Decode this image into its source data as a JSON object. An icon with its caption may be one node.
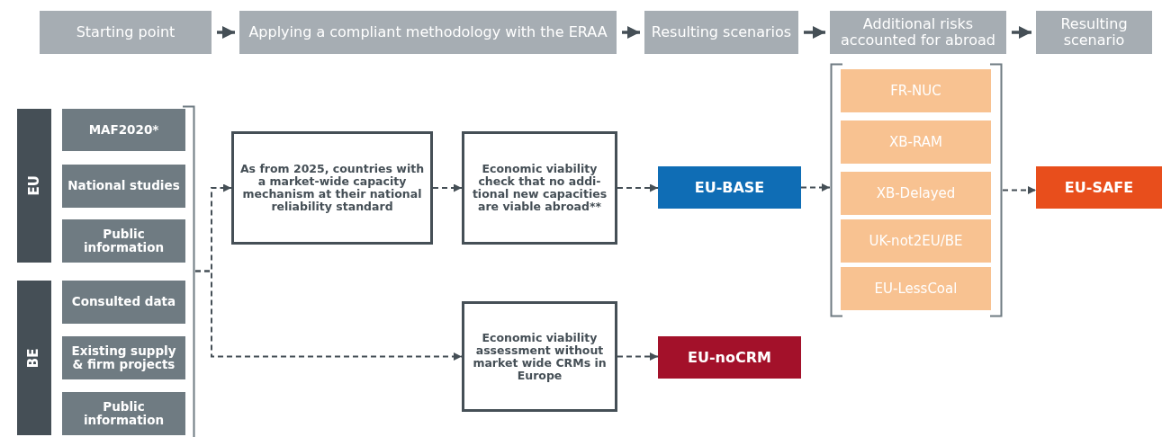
{
  "diagram": {
    "nodes": [
      {
        "text": [
          "Starting point"
        ]
      },
      {
        "text": [
          "Applying a compliant methodology with the ERAA"
        ]
      },
      {
        "text": [
          "Resulting scenarios"
        ]
      },
      {
        "text": [
          "Additional risks accounted for abroad"
        ]
      },
      {
        "text": [
          "Resulting scenario"
        ]
      },
      {
        "text": [
          "EU"
        ]
      },
      {
        "text": [
          "MAF2020*"
        ]
      },
      {
        "text": [
          "National studies"
        ]
      },
      {
        "text": [
          "Public information"
        ]
      },
      {
        "text": [
          "BE"
        ]
      },
      {
        "text": [
          "Consulted data"
        ]
      },
      {
        "text": [
          "Existing supply & firm projects"
        ]
      },
      {
        "text": [
          "Public information"
        ]
      },
      {
        "text": [],
        "shape": "bracket"
      },
      {
        "text": [
          "As from 2025, countries with a market-wide capacity mechanism at their national reliability standard"
        ]
      },
      {
        "text": [
          "Economic viability check that no addi-tional new capacities are viable abroad**"
        ]
      },
      {
        "text": [
          "EU-BASE"
        ]
      },
      {
        "text": [],
        "shape": "bracket"
      },
      {
        "text": [
          "FR-NUC"
        ],
        "in": 17
      },
      {
        "text": [
          "XB-RAM"
        ],
        "in": 17
      },
      {
        "text": [
          "XB-Delayed"
        ],
        "in": 17
      },
      {
        "text": [
          "UK-not2EU/BE"
        ],
        "in": 17
      },
      {
        "text": [
          "EU-LessCoal"
        ],
        "in": 17
      },
      {
        "text": [
          "EU-SAFE"
        ]
      },
      {
        "text": [
          "Economic viability assessment without market wide CRMs in Europe"
        ]
      },
      {
        "text": [
          "EU-noCRM"
        ]
      }
    ],
    "edges": [
      {
        "from": 0,
        "to": 1,
        "arrow": "to"
      },
      {
        "from": 1,
        "to": 2,
        "arrow": "to"
      },
      {
        "from": 2,
        "to": 3,
        "arrow": "to"
      },
      {
        "from": 3,
        "to": 4,
        "arrow": "to"
      },
      {
        "from": 13,
        "to": 14,
        "arrow": "to",
        "style": "dashed"
      },
      {
        "from": 13,
        "to": 24,
        "arrow": "to",
        "style": "dashed"
      },
      {
        "from": 14,
        "to": 15,
        "arrow": "to",
        "style": "dashed"
      },
      {
        "from": 15,
        "to": 16,
        "arrow": "to",
        "style": "dashed"
      },
      {
        "from": 16,
        "to": 17,
        "arrow": "to",
        "style": "dashed"
      },
      {
        "from": 17,
        "to": 23,
        "arrow": "to",
        "style": "dashed"
      },
      {
        "from": 24,
        "to": 25,
        "arrow": "to",
        "style": "dashed"
      }
    ]
  }
}
